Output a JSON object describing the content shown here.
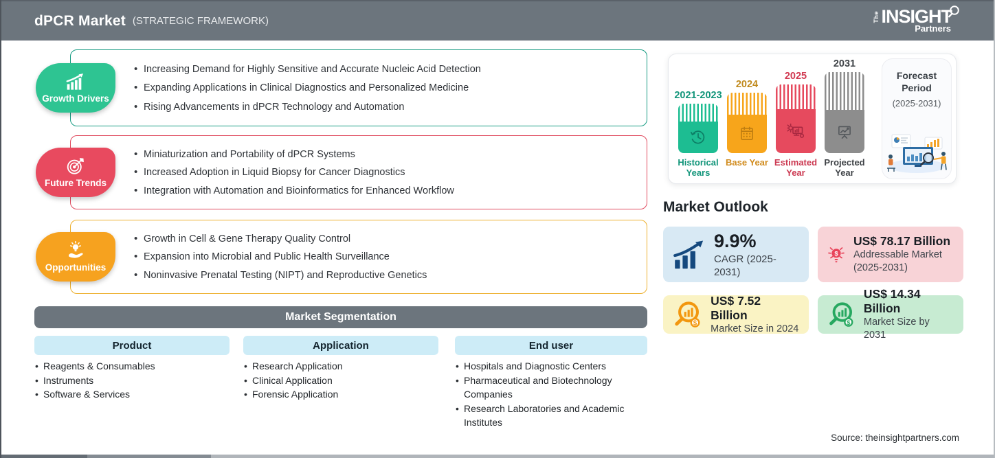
{
  "header": {
    "title": "dPCR Market",
    "subtitle": "(STRATEGIC FRAMEWORK)",
    "logo": {
      "the": "The",
      "insight": "INSIGHT",
      "partners": "Partners"
    }
  },
  "sections": [
    {
      "label": "Growth Drivers",
      "icon": "growth-chart-icon",
      "accent": "#2ec492",
      "border": "#169b82",
      "items": [
        "Increasing Demand for Highly Sensitive and Accurate Nucleic Acid Detection",
        "Expanding Applications in Clinical Diagnostics and Personalized Medicine",
        "Rising Advancements in dPCR Technology and Automation"
      ]
    },
    {
      "label": "Future Trends",
      "icon": "target-icon",
      "accent": "#e84a5f",
      "border": "#e04a5e",
      "items": [
        "Miniaturization and Portability of dPCR Systems",
        "Increased Adoption in Liquid Biopsy for Cancer Diagnostics",
        "Integration with Automation and Bioinformatics for Enhanced Workflow"
      ]
    },
    {
      "label": "Opportunities",
      "icon": "bulb-hand-icon",
      "accent": "#f6a21f",
      "border": "#edb02e",
      "items": [
        "Growth in Cell & Gene Therapy Quality Control",
        "Expansion into Microbial and Public Health Surveillance",
        "Noninvasive Prenatal Testing (NIPT) and Reproductive Genetics"
      ]
    }
  ],
  "segmentation": {
    "title": "Market Segmentation",
    "columns": [
      {
        "header": "Product",
        "items": [
          "Reagents & Consumables",
          "Instruments",
          "Software & Services"
        ]
      },
      {
        "header": "Application",
        "items": [
          "Research Application",
          "Clinical Application",
          "Forensic Application"
        ]
      },
      {
        "header": "End user",
        "items": [
          "Hospitals and Diagnostic Centers",
          "Pharmaceutical and Biotechnology Companies",
          "Research Laboratories and Academic Institutes"
        ]
      }
    ]
  },
  "timeline": {
    "bars": [
      {
        "year": "2021-2023",
        "label": "Historical Years",
        "color": "#1dbd92",
        "text_color": "#12957a",
        "icon": "clock-history-icon"
      },
      {
        "year": "2024",
        "label": "Base Year",
        "color": "#f7a51b",
        "text_color": "#c08a1d",
        "icon": "calendar-icon"
      },
      {
        "year": "2025",
        "label": "Estimated Year",
        "color": "#e64a5e",
        "text_color": "#d13a52",
        "icon": "monitor-gear-icon"
      },
      {
        "year": "2031",
        "label": "Projected Year",
        "color": "#8d8d8d",
        "text_color": "#4a4a4a",
        "icon": "projection-screen-icon"
      }
    ],
    "forecast": {
      "title": "Forecast Period",
      "range": "(2025-2031)"
    }
  },
  "outlook": {
    "title": "Market Outlook",
    "cards": [
      {
        "value": "9.9%",
        "label": "CAGR (2025-2031)",
        "bg": "#d8e9f4",
        "icon": "growth-bars-arrow-icon",
        "icon_color": "#15497e"
      },
      {
        "value": "US$ 78.17 Billion",
        "label": "Addressable Market (2025-2031)",
        "bg": "#f8d3d7",
        "icon": "bulb-dollar-icon",
        "icon_color": "#e8435a"
      },
      {
        "value": "US$ 7.52 Billion",
        "label": "Market Size in 2024",
        "bg": "#faf3c4",
        "icon": "magnifier-chart-icon",
        "icon_color": "#f2970f"
      },
      {
        "value": "US$ 14.34 Billion",
        "label": "Market Size by 2031",
        "bg": "#c7ebd2",
        "icon": "magnifier-chart-icon",
        "icon_color": "#27a860"
      }
    ]
  },
  "source": "Source: theinsightpartners.com",
  "colors": {
    "header_bg": "#6c757d",
    "segmentation_bar_bg": "#6c757d",
    "column_header_bg": "#cdecf7"
  }
}
